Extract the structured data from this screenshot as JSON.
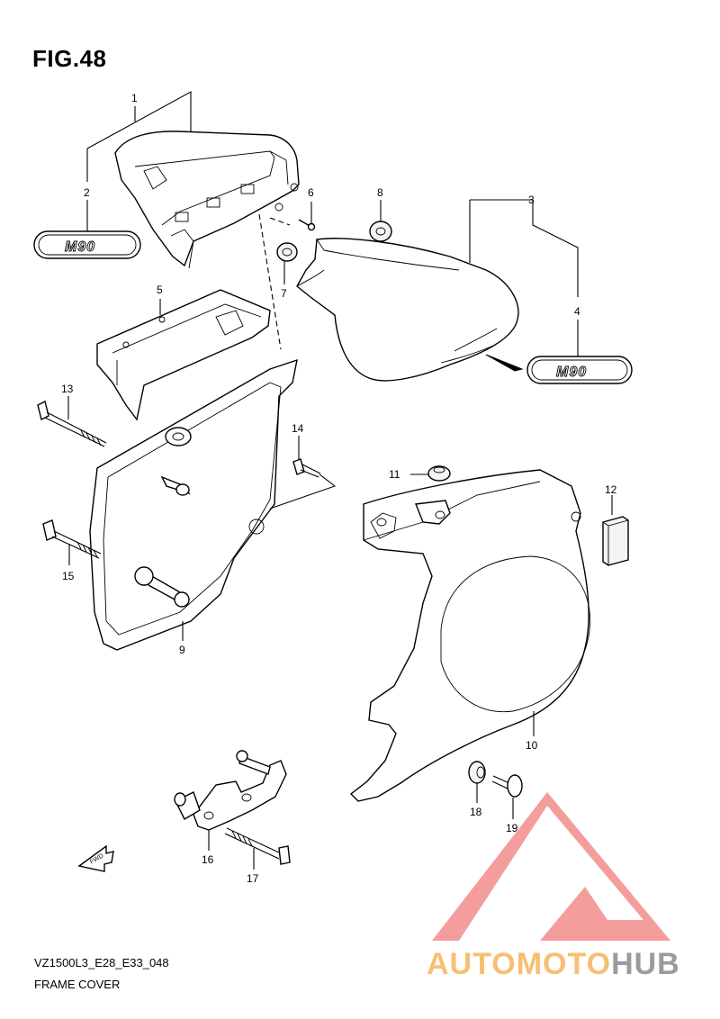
{
  "figure": {
    "title": "FIG.48",
    "model_code": "VZ1500L3_E28_E33_048",
    "section_name": "FRAME COVER"
  },
  "emblem_text": "M90",
  "fwd_label": "FWD",
  "part_numbers": [
    "1",
    "2",
    "3",
    "4",
    "5",
    "6",
    "7",
    "8",
    "9",
    "10",
    "11",
    "12",
    "13",
    "14",
    "15",
    "16",
    "17",
    "18",
    "19"
  ],
  "watermark": {
    "part1": "AUTOMOTO",
    "part2": "HUB",
    "color_red": "#ee6666",
    "color_orange": "#f5b55a",
    "color_grey": "#8a8a8a"
  }
}
